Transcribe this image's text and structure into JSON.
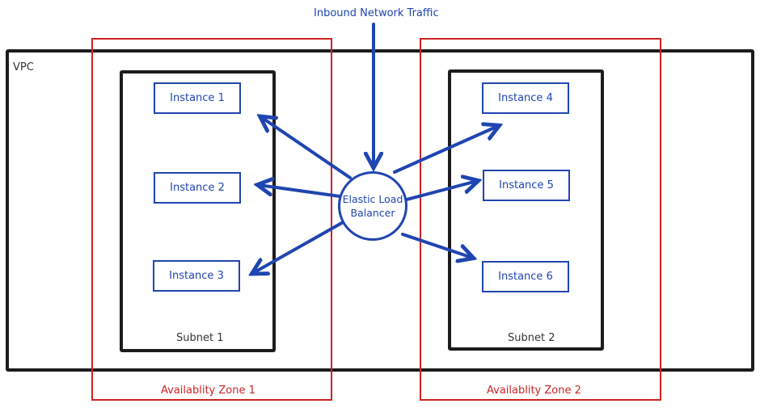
{
  "diagram": {
    "vpc_label": "VPC",
    "inbound_traffic_label": "Inbound Network Traffic",
    "load_balancer": {
      "line1": "Elastic Load",
      "line2": "Balancer"
    },
    "availability_zones": [
      {
        "label": "Availablity Zone 1",
        "subnet_label": "Subnet 1",
        "instances": [
          "Instance 1",
          "Instance 2",
          "Instance 3"
        ]
      },
      {
        "label": "Availablity Zone 2",
        "subnet_label": "Subnet 2",
        "instances": [
          "Instance 4",
          "Instance 5",
          "Instance 6"
        ]
      }
    ],
    "colors": {
      "network": "#1f45b0",
      "zone": "#cc2222",
      "container": "#1c1c1c"
    }
  }
}
